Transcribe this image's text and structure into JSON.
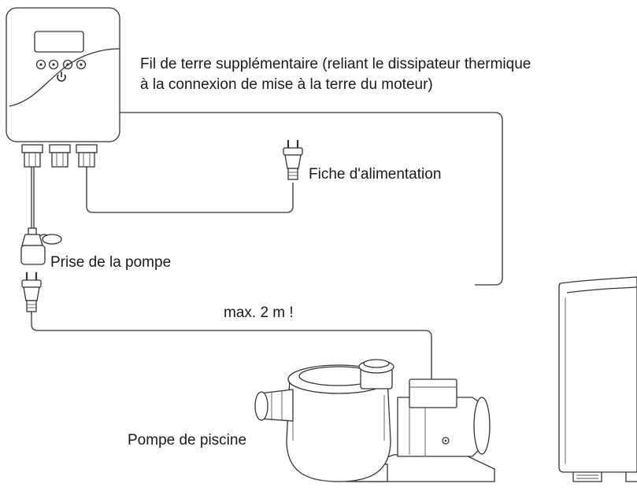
{
  "labels": {
    "earth_wire_line1": "Fil de terre supplémentaire (reliant le dissipateur thermique",
    "earth_wire_line2": "à la connexion de mise à la terre du moteur)",
    "power_plug": "Fiche d'alimentation",
    "pump_socket": "Prise de la pompe",
    "max_length": "max. 2 m !",
    "pool_pump": "Pompe de piscine"
  },
  "icons": [
    "controller-box",
    "lcd-display",
    "power-button-icon",
    "cable-gland",
    "power-plug-icon",
    "socket-icon",
    "pool-pump",
    "heat-exchanger-box"
  ],
  "colors": {
    "line": "#333333",
    "wire": "#555555",
    "text": "#1a1a1a",
    "background": "#ffffff"
  }
}
